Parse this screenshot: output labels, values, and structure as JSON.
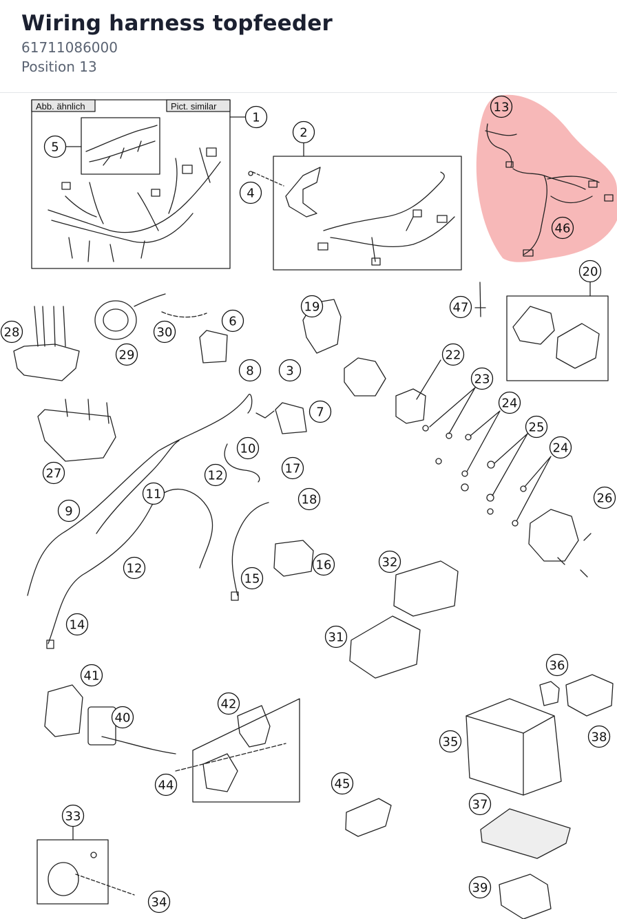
{
  "header": {
    "title": "Wiring harness topfeeder",
    "part_number": "61711086000",
    "position": "Position 13"
  },
  "diagram": {
    "highlight_color": "#f08c8c",
    "labels": {
      "left": "Abb. ähnlich",
      "right": "Pict. similar"
    },
    "callouts": [
      "1",
      "2",
      "3",
      "4",
      "5",
      "6",
      "7",
      "8",
      "9",
      "10",
      "11",
      "12",
      "12",
      "13",
      "14",
      "15",
      "16",
      "17",
      "18",
      "19",
      "20",
      "22",
      "23",
      "24",
      "24",
      "25",
      "26",
      "27",
      "28",
      "29",
      "30",
      "31",
      "32",
      "33",
      "34",
      "35",
      "36",
      "37",
      "38",
      "39",
      "40",
      "41",
      "42",
      "44",
      "45",
      "46",
      "47"
    ]
  }
}
